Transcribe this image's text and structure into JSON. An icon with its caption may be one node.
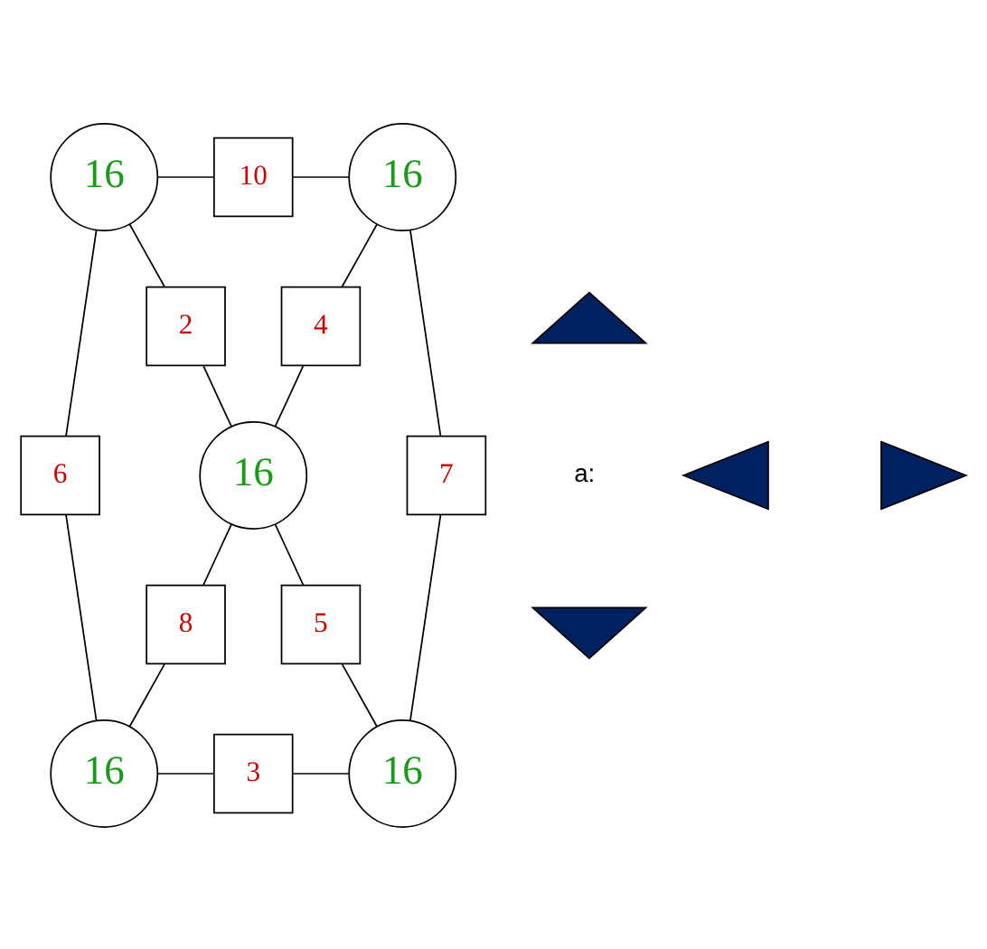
{
  "diagram": {
    "nodes": [
      {
        "text": [
          "16"
        ]
      },
      {
        "text": [
          "10"
        ]
      },
      {
        "text": [
          "16"
        ]
      },
      {
        "text": [
          "2"
        ]
      },
      {
        "text": [
          "4"
        ]
      },
      {
        "text": [
          "6"
        ]
      },
      {
        "text": [
          "16"
        ]
      },
      {
        "text": [
          "7"
        ]
      },
      {
        "text": [
          "8"
        ]
      },
      {
        "text": [
          "5"
        ]
      },
      {
        "text": [
          "16"
        ]
      },
      {
        "text": [
          "3"
        ]
      },
      {
        "text": [
          "16"
        ]
      },
      {
        "text": [],
        "shape": "triangle"
      },
      {
        "text": [],
        "shape": "triangle"
      },
      {
        "text": [],
        "shape": "triangle"
      },
      {
        "text": [],
        "shape": "triangle"
      }
    ],
    "edges": [
      {
        "from": 0,
        "to": 1,
        "arrow": "none"
      },
      {
        "from": 1,
        "to": 2,
        "arrow": "none"
      },
      {
        "from": 0,
        "to": 3,
        "arrow": "none"
      },
      {
        "from": 2,
        "to": 4,
        "arrow": "none"
      },
      {
        "from": 0,
        "to": 5,
        "arrow": "none"
      },
      {
        "from": 2,
        "to": 7,
        "arrow": "none"
      },
      {
        "from": 3,
        "to": 6,
        "arrow": "none"
      },
      {
        "from": 4,
        "to": 6,
        "arrow": "none"
      },
      {
        "from": 6,
        "to": 8,
        "arrow": "none"
      },
      {
        "from": 6,
        "to": 9,
        "arrow": "none"
      },
      {
        "from": 5,
        "to": 10,
        "arrow": "none"
      },
      {
        "from": 7,
        "to": 12,
        "arrow": "none"
      },
      {
        "from": 8,
        "to": 10,
        "arrow": "none"
      },
      {
        "from": 9,
        "to": 12,
        "arrow": "none"
      },
      {
        "from": 10,
        "to": 11,
        "arrow": "none"
      },
      {
        "from": 11,
        "to": 12,
        "arrow": "none"
      }
    ],
    "labels": [
      "a:"
    ]
  }
}
